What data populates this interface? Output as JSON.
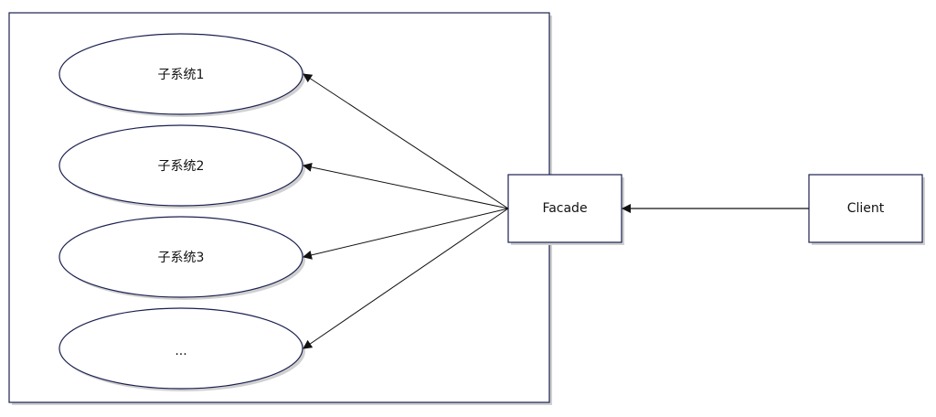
{
  "diagram": {
    "subsystems": [
      {
        "label": "子系统1"
      },
      {
        "label": "子系统2"
      },
      {
        "label": "子系统3"
      },
      {
        "label": "..."
      }
    ],
    "facade": {
      "label": "Facade"
    },
    "client": {
      "label": "Client"
    },
    "colors": {
      "stroke": "#1b2150",
      "shadow": "#c8c8c8",
      "arrow": "#111111"
    }
  }
}
